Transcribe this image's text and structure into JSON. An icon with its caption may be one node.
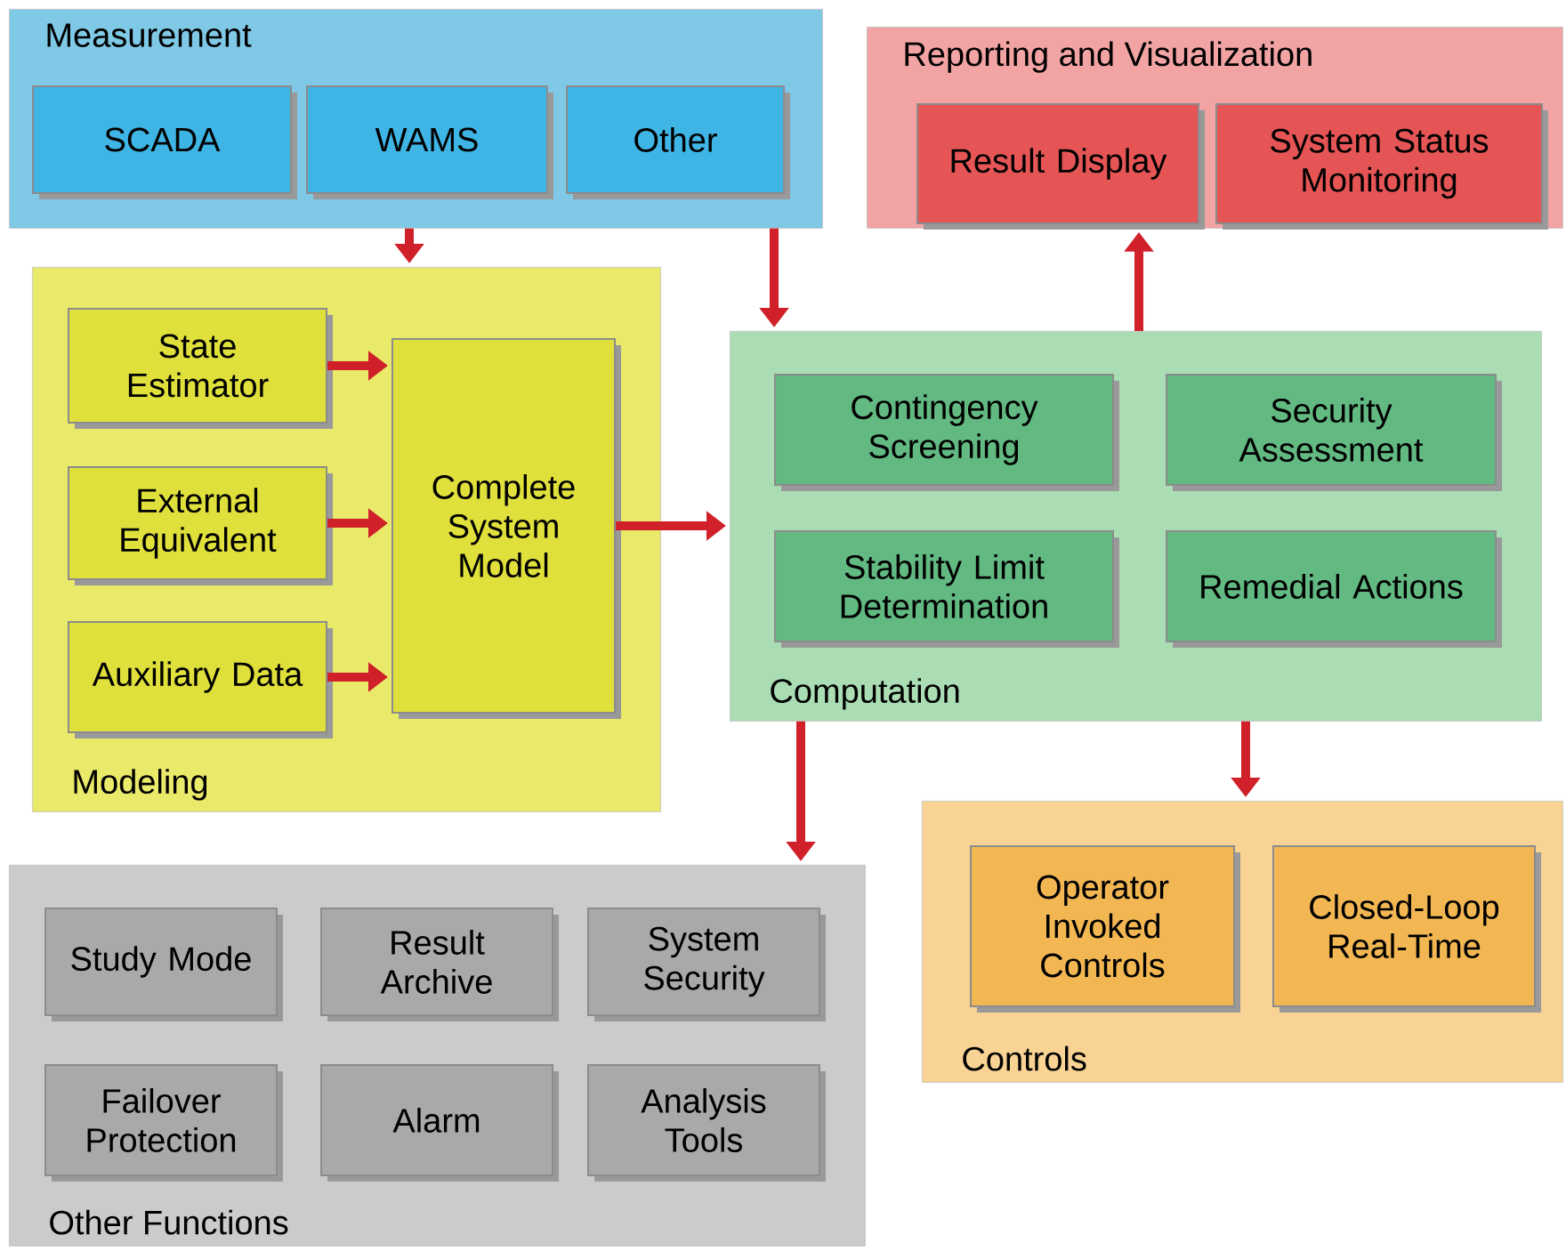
{
  "diagram": {
    "nodes": [
      {
        "text": [
          "Measurement"
        ]
      },
      {
        "text": [
          "SCADA"
        ],
        "in": 0
      },
      {
        "text": [
          "WAMS"
        ],
        "in": 0
      },
      {
        "text": [
          "Other"
        ],
        "in": 0
      },
      {
        "text": [
          "Reporting and Visualization"
        ]
      },
      {
        "text": [
          "Result Display"
        ],
        "in": 4
      },
      {
        "text": [
          "System Status Monitoring"
        ],
        "in": 4
      },
      {
        "text": [
          "Modeling"
        ]
      },
      {
        "text": [
          "State Estimator"
        ],
        "in": 7
      },
      {
        "text": [
          "External Equivalent"
        ],
        "in": 7
      },
      {
        "text": [
          "Auxiliary Data"
        ],
        "in": 7
      },
      {
        "text": [
          "Complete System Model"
        ],
        "in": 7
      },
      {
        "text": [
          "Computation"
        ]
      },
      {
        "text": [
          "Contingency Screening"
        ],
        "in": 12
      },
      {
        "text": [
          "Security Assessment"
        ],
        "in": 12
      },
      {
        "text": [
          "Stability Limit Determination"
        ],
        "in": 12
      },
      {
        "text": [
          "Remedial Actions"
        ],
        "in": 12
      },
      {
        "text": [
          "Other Functions"
        ]
      },
      {
        "text": [
          "Study Mode"
        ],
        "in": 17
      },
      {
        "text": [
          "Result Archive"
        ],
        "in": 17
      },
      {
        "text": [
          "System Security"
        ],
        "in": 17
      },
      {
        "text": [
          "Failover Protection"
        ],
        "in": 17
      },
      {
        "text": [
          "Alarm"
        ],
        "in": 17
      },
      {
        "text": [
          "Analysis Tools"
        ],
        "in": 17
      },
      {
        "text": [
          "Controls"
        ]
      },
      {
        "text": [
          "Operator Invoked Controls"
        ],
        "in": 24
      },
      {
        "text": [
          "Closed-Loop Real-Time"
        ],
        "in": 24
      }
    ],
    "edges": [
      {
        "from": 0,
        "to": 7,
        "arrow": "to"
      },
      {
        "from": 0,
        "to": 12,
        "arrow": "to"
      },
      {
        "from": 8,
        "to": 11,
        "arrow": "to"
      },
      {
        "from": 9,
        "to": 11,
        "arrow": "to"
      },
      {
        "from": 10,
        "to": 11,
        "arrow": "to"
      },
      {
        "from": 11,
        "to": 12,
        "arrow": "to"
      },
      {
        "from": 12,
        "to": 4,
        "arrow": "to"
      },
      {
        "from": 12,
        "to": 17,
        "arrow": "to"
      },
      {
        "from": 12,
        "to": 24,
        "arrow": "to"
      }
    ]
  }
}
